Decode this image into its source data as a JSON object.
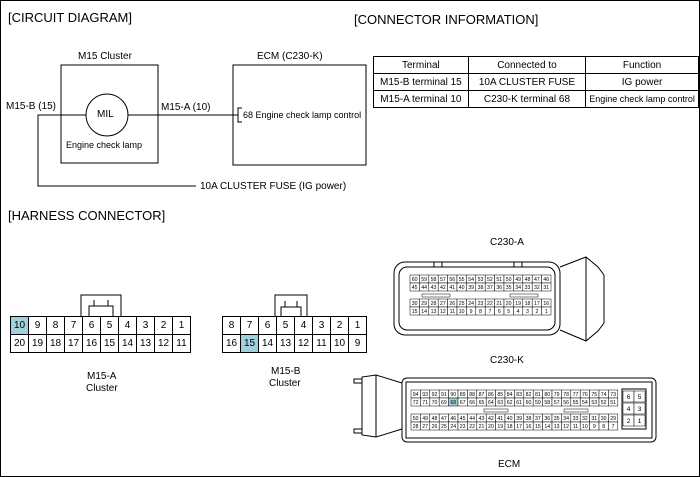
{
  "sections": {
    "circuit": "[CIRCUIT DIAGRAM]",
    "connector_info": "[CONNECTOR INFORMATION]",
    "harness": "[HARNESS CONNECTOR]"
  },
  "circuit": {
    "cluster_title": "M15 Cluster",
    "ecm_title": "ECM (C230-K)",
    "mil": "MIL",
    "mil_desc": "Engine check lamp",
    "left_pin": "M15-B (15)",
    "wire_pin": "M15-A (10)",
    "ecm_pin": "68 Engine check lamp control",
    "fuse_label": "10A CLUSTER FUSE (IG power)"
  },
  "connector_table": {
    "headers": [
      "Terminal",
      "Connected to",
      "Function"
    ],
    "rows": [
      [
        "M15-B terminal 15",
        "10A CLUSTER FUSE",
        "IG power"
      ],
      [
        "M15-A terminal 10",
        "C230-K terminal 68",
        "Engine check lamp control"
      ]
    ]
  },
  "harness": {
    "m15a": {
      "row1": [
        "10",
        "9",
        "8",
        "7",
        "6",
        "5",
        "4",
        "3",
        "2",
        "1"
      ],
      "row2": [
        "20",
        "19",
        "18",
        "17",
        "16",
        "15",
        "14",
        "13",
        "12",
        "11"
      ],
      "name": "M15-A",
      "sub": "Cluster",
      "highlight": "10"
    },
    "m15b": {
      "row1": [
        "8",
        "7",
        "6",
        "5",
        "4",
        "3",
        "2",
        "1"
      ],
      "row2": [
        "16",
        "15",
        "14",
        "13",
        "12",
        "11",
        "10",
        "9"
      ],
      "name": "M15-B",
      "sub": "Cluster",
      "highlight": "15"
    },
    "c230a": {
      "label": "C230-A",
      "row1": [
        "60",
        "59",
        "58",
        "57",
        "56",
        "55",
        "54",
        "53",
        "52",
        "51",
        "50",
        "49",
        "48",
        "47",
        "46"
      ],
      "row2": [
        "45",
        "44",
        "43",
        "42",
        "41",
        "40",
        "39",
        "38",
        "37",
        "36",
        "35",
        "34",
        "33",
        "32",
        "31"
      ],
      "row3": [
        "30",
        "29",
        "28",
        "27",
        "26",
        "25",
        "24",
        "23",
        "22",
        "21",
        "20",
        "19",
        "18",
        "17",
        "16"
      ],
      "row4": [
        "15",
        "14",
        "13",
        "12",
        "11",
        "10",
        "9",
        "8",
        "7",
        "6",
        "5",
        "4",
        "3",
        "2",
        "1"
      ]
    },
    "c230k": {
      "label": "C230-K",
      "row1": [
        "94",
        "93",
        "92",
        "91",
        "90",
        "89",
        "88",
        "87",
        "86",
        "85",
        "84",
        "83",
        "82",
        "81",
        "80",
        "79",
        "78",
        "77",
        "76",
        "75",
        "74",
        "73"
      ],
      "row2": [
        "72",
        "71",
        "70",
        "69",
        "68",
        "67",
        "66",
        "65",
        "64",
        "63",
        "62",
        "61",
        "60",
        "59",
        "58",
        "57",
        "56",
        "55",
        "54",
        "53",
        "52",
        "51"
      ],
      "row3": [
        "50",
        "49",
        "48",
        "47",
        "46",
        "45",
        "44",
        "43",
        "42",
        "41",
        "40",
        "39",
        "38",
        "37",
        "36",
        "35",
        "34",
        "33",
        "32",
        "31",
        "30",
        "29"
      ],
      "row4": [
        "28",
        "27",
        "26",
        "25",
        "24",
        "23",
        "22",
        "21",
        "20",
        "19",
        "18",
        "17",
        "16",
        "15",
        "14",
        "13",
        "12",
        "11",
        "10",
        "9",
        "8",
        "7"
      ],
      "side": [
        [
          "6",
          "5"
        ],
        [
          "4",
          "3"
        ],
        [
          "2",
          "1"
        ]
      ],
      "highlight": "68",
      "caption": "ECM"
    }
  }
}
